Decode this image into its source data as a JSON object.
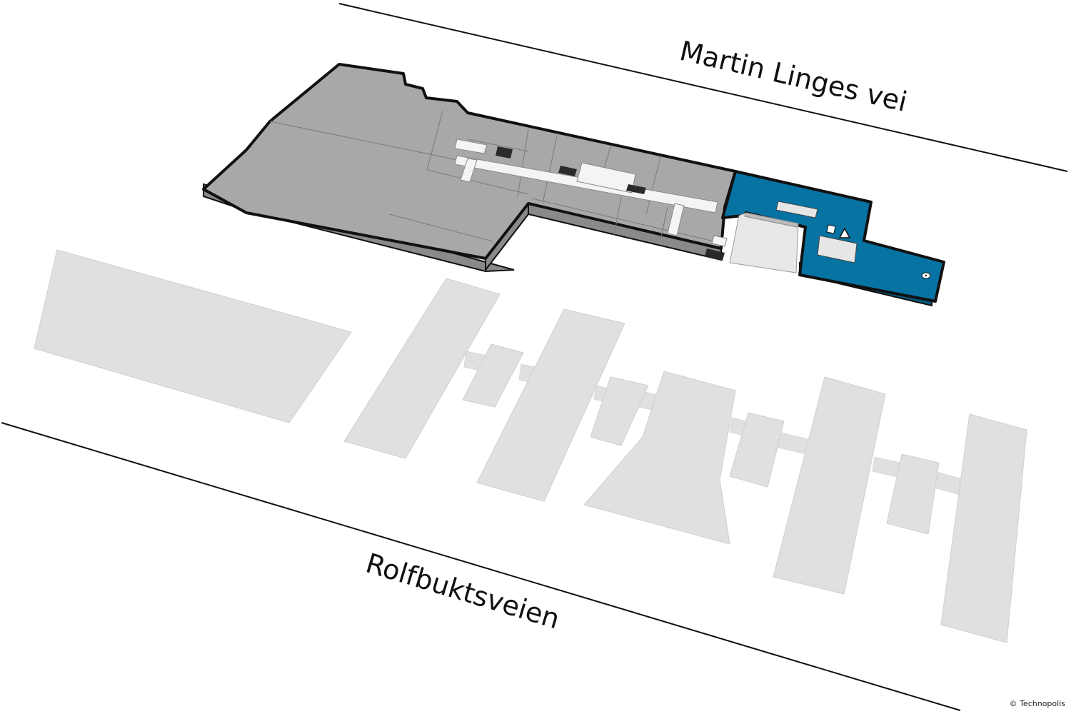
{
  "map": {
    "streets": [
      {
        "id": "north",
        "name": "Martin Linges vei"
      },
      {
        "id": "south",
        "name": "Rolfbuktsveien"
      }
    ],
    "copyright": "© Technopolis",
    "colors": {
      "highlight": "#0673a3",
      "floor": "#a8a8a8",
      "floor_side": "#8a8a8a",
      "other_buildings": "#e0e0e0",
      "outline": "#111111",
      "background": "#ffffff"
    },
    "icons": [
      "elevator-icon",
      "stairs-icon",
      "warning-triangle-icon",
      "info-point-icon"
    ]
  }
}
